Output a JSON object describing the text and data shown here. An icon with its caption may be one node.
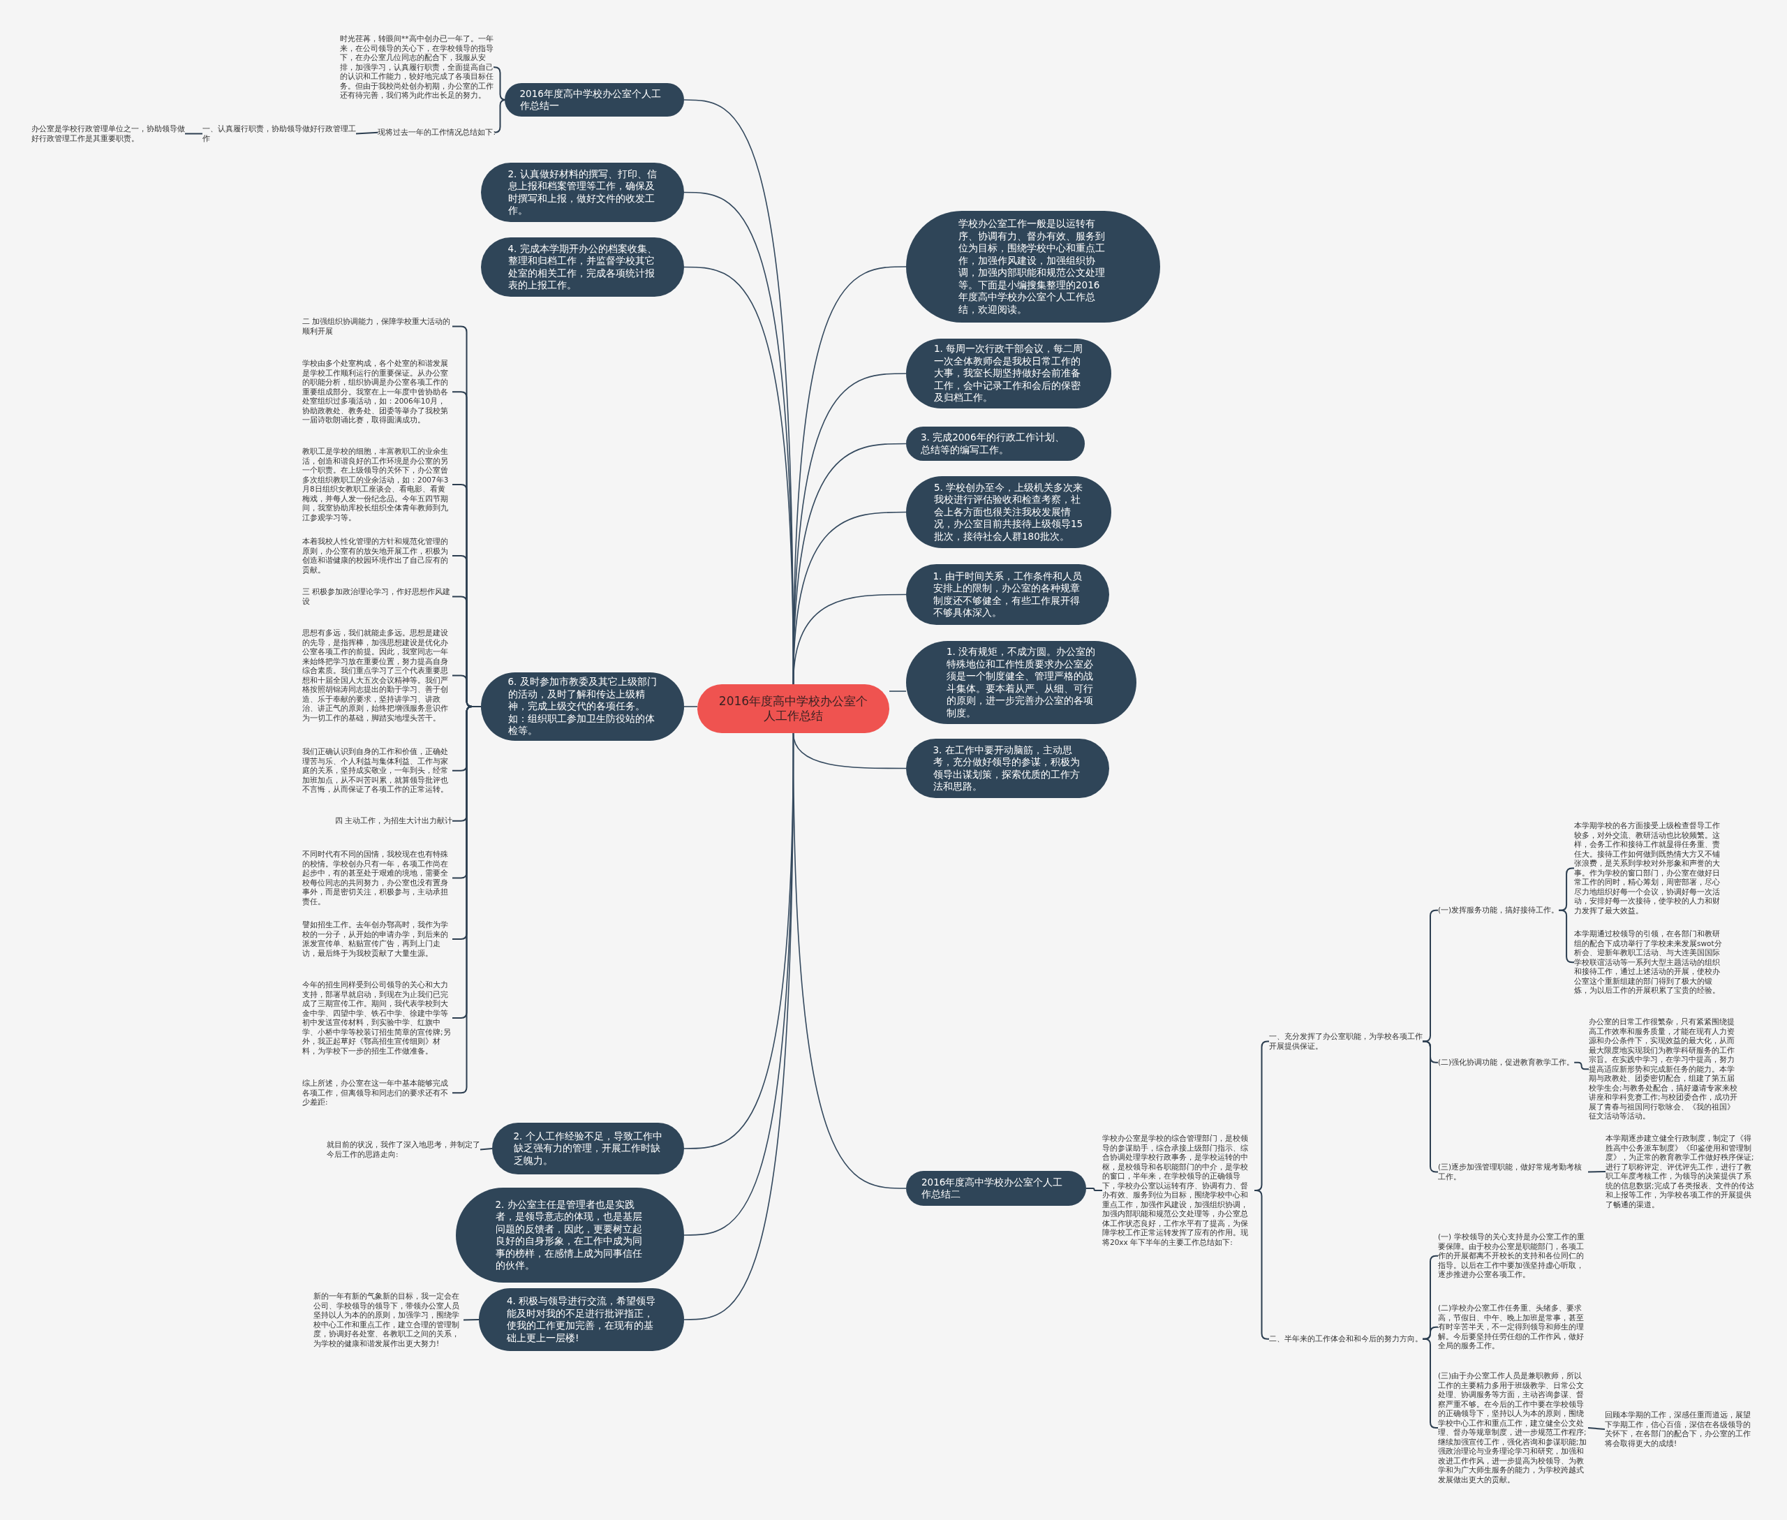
{
  "diagram": {
    "nodes": [
      {
        "text": [
          "2016年度高中学校办公室个人工作总结"
        ]
      },
      {
        "text": [
          "2016年度高中学校办公室个人工作总结一"
        ]
      },
      {
        "text": [
          "时光荏苒，转眼间**高中创办已一年了。一年来，在公司领导的关心下，在学校领导的指导下，在办公室几位同志的配合下，我服从安排，加强学习，认真履行职责，全面提高自己的认识和工作能力，较好地完成了各项目标任务。但由于我校尚处创办初期，办公室的工作还有待完善，我们将为此作出长足的努力。"
        ]
      },
      {
        "text": [
          "现将过去一年的工作情况总结如下:"
        ]
      },
      {
        "text": [
          "一、认真履行职责，协助领导做好行政管理工作"
        ]
      },
      {
        "text": [
          "办公室是学校行政管理单位之一，协助领导做好行政管理工作是其重要职责。"
        ]
      },
      {
        "text": [
          "2. 认真做好材料的撰写、打印、信息上报和档案管理等工作，确保及时撰写和上报，做好文件的收发工作。"
        ]
      },
      {
        "text": [
          "4. 完成本学期开办公的档案收集、整理和归档工作，并监督学校其它处室的相关工作，完成各项统计报表的上报工作。"
        ]
      },
      {
        "text": [
          "6. 及时参加市教委及其它上级部门的活动，及时了解和传达上级精神，完成上级交代的各项任务。如：组织职工参加卫生防役站的体检等。"
        ]
      },
      {
        "text": [
          "二 加强组织协调能力，保障学校重大活动的顺利开展"
        ]
      },
      {
        "text": [
          "学校由多个处室构成，各个处室的和谐发展是学校工作顺利运行的重要保证。从办公室的职能分析，组织协调是办公室各项工作的重要组成部分。我室在上一年度中曾协助各处室组织过多项活动，如：2006年10月，协助政教处、教务处、团委等举办了我校第一届诗歌朗诵比赛，取得圆满成功。"
        ]
      },
      {
        "text": [
          "教职工是学校的细胞，丰富教职工的业余生活，创造和谐良好的工作环境是办公室的另一个职责。在上级领导的关怀下，办公室曾多次组织教职工的业余活动，如：2007年3月8日组织女教职工座谈会、看电影、看黄梅戏，并每人发一份纪念品。今年五四节期间，我室协助库校长组织全体青年教师到九江参观学习等。"
        ]
      },
      {
        "text": [
          "本着我校人性化管理的方针和规范化管理的原则，办公室有的放矢地开展工作，积极为创造和谐健康的校园环境作出了自己应有的贡献。"
        ]
      },
      {
        "text": [
          "三 积极参加政治理论学习，作好思想作风建设"
        ]
      },
      {
        "text": [
          "思想有多远，我们就能走多远。思想是建设的先导，是指挥棒，加强思想建设是优化办公室各项工作的前提。因此，我室同志一年来始终把学习放在重要位置，努力提高自身综合素质。我们重点学习了三个代表重要思想和十届全国人大五次会议精神等。我们严格按照胡锦涛同志提出的勤于学习、善于创造、乐于奉献的要求，坚持讲学习、讲政治、讲正气的原则，始终把增强服务意识作为一切工作的基础，脚踏实地埋头苦干。"
        ]
      },
      {
        "text": [
          "我们正确认识到自身的工作和价值，正确处理苦与乐、个人利益与集体利益、工作与家庭的关系，坚持成实敬业，一年到头，经常加班加点，从不叫苦叫累，就算领导批评也不言悔，从而保证了各项工作的正常运转。"
        ]
      },
      {
        "text": [
          "四 主动工作，为招生大计出力献计"
        ]
      },
      {
        "text": [
          "不同时代有不同的国情，我校现在也有特殊的校情。学校创办只有一年，各项工作尚在起步中，有的甚至处于艰难的境地，需要全校每位同志的共同努力，办公室也没有置身事外，而是密切关注，积极参与，主动承担责任。"
        ]
      },
      {
        "text": [
          "譬如招生工作。去年创办鄂高时，我作为学校的一分子，从开始的申请办学，到后来的派发宣传单、粘贴宣传广告，再到上门走访，最后终于为我校贡献了大量生源。"
        ]
      },
      {
        "text": [
          "今年的招生同样受到公司领导的关心和大力支持，部署早就启动，到现在为止我们已完成了三期宣传工作。期间，我代表学校到大金中学、四望中学、铁石中学、徐建中学等初中发送宣传材料，到实验中学、红旗中学、小桥中学等校装订招生简章的宣传牌;另外，我正起草好《鄂高招生宣传细则》材料，为学校下一步的招生工作做准备。"
        ]
      },
      {
        "text": [
          "综上所述，办公室在这一年中基本能够完成各项工作，但离领导和同志们的要求还有不少差距:"
        ]
      },
      {
        "text": [
          "2. 个人工作经验不足，导致工作中缺乏强有力的管理，开展工作时缺乏魄力。"
        ]
      },
      {
        "text": [
          "就目前的状况，我作了深入地思考，并制定了今后工作的思路走向:"
        ]
      },
      {
        "text": [
          "2. 办公室主任是管理者也是实践者，是领导意志的体现，也是基层问题的反馈者，因此，更要树立起良好的自身形象，在工作中成为同事的榜样，在感情上成为同事信任的伙伴。"
        ]
      },
      {
        "text": [
          "4. 积极与领导进行交流，希望领导能及时对我的不足进行批评指正，使我的工作更加完善，在现有的基础上更上一层楼!"
        ]
      },
      {
        "text": [
          "新的一年有新的气象新的目标，我一定会在公司、学校领导的领导下，带领办公室人员坚持以人为本的的原则，加强学习，围绕学校中心工作和重点工作，建立合理的管理制度，协调好各处室、各教职工之间的关系，为学校的健康和谐发展作出更大努力!"
        ]
      },
      {
        "text": [
          "学校办公室工作一般是以运转有序、协调有力、督办有效、服务到位为目标，围绕学校中心和重点工作，加强作风建设，加强组织协调，加强内部职能和规范公文处理等。下面是小编搜集整理的2016年度高中学校办公室个人工作总结，欢迎阅读。"
        ]
      },
      {
        "text": [
          "1. 每周一次行政干部会议，每二周一次全体教师会是我校日常工作的大事，我室长期坚持做好会前准备工作，会中记录工作和会后的保密及归档工作。"
        ]
      },
      {
        "text": [
          "3. 完成2006年的行政工作计划、总结等的编写工作。"
        ]
      },
      {
        "text": [
          "5. 学校创办至今，上级机关多次来我校进行评估验收和检查考察，社会上各方面也很关注我校发展情况，办公室目前共接待上级领导15批次，接待社会人群180批次。"
        ]
      },
      {
        "text": [
          "1. 由于时间关系，工作条件和人员安排上的限制，办公室的各种规章制度还不够健全，有些工作展开得不够具体深入。"
        ]
      },
      {
        "text": [
          "1. 没有规矩，不成方圆。办公室的特殊地位和工作性质要求办公室必须是一个制度健全、管理严格的战斗集体。要本着从严、从细、可行的原则，进一步完善办公室的各项制度。"
        ]
      },
      {
        "text": [
          "3. 在工作中要开动脑筋，主动思考，充分做好领导的参谋，积极为领导出谋划策，探索优质的工作方法和思路。"
        ]
      },
      {
        "text": [
          "2016年度高中学校办公室个人工作总结二"
        ]
      },
      {
        "text": [
          "学校办公室是学校的综合管理部门，是校领导的参谋助手，综合承接上级部门指示、综合协调处理学校行政事务，是学校运转的中枢，是校领导和各职能部门的中介，是学校的窗口，半年来，在学校领导的正确领导下，学校办公室以运转有序、协调有力、督办有效、服务到位为目标，围绕学校中心和重点工作，加强作风建设，加强组织协调，加强内部职能和规范公文处理等，办公室总体工作状态良好，工作水平有了提高，为保障学校工作正常运转发挥了应有的作用。现将20xx 年下半年的主要工作总结如下:"
        ]
      },
      {
        "text": [
          "一、充分发挥了办公室职能，为学校各项工作开展提供保证。"
        ]
      },
      {
        "text": [
          "(一)发挥服务功能，搞好接待工作。"
        ]
      },
      {
        "text": [
          "本学期学校的各方面接受上级检查督导工作较多，对外交流、教研活动也比较频繁。这样，会务工作和接待工作就显得任务重、责任大。接待工作如何做到既热情大方又不铺张浪费，是关系到学校对外形象和声誉的大事。作为学校的窗口部门，办公室在做好日常工作的同时，精心筹划，周密部署，尽心尽力地组织好每一个会议，协调好每一次活动，安排好每一次接待，使学校的人力和财力发挥了最大效益。"
        ]
      },
      {
        "text": [
          "本学期通过校领导的引领，在各部门和教研组的配合下成功举行了学校未来发展swot分析会、迎新年教职工活动、与大连美国国际学校联谊活动等一系列大型主题活动的组织和接待工作，通过上述活动的开展，使校办公室这个重新组建的部门得到了极大的锻炼，为以后工作的开展积累了宝贵的经验。"
        ]
      },
      {
        "text": [
          "(二)强化协调功能，促进教育教学工作。"
        ]
      },
      {
        "text": [
          "办公室的日常工作很繁杂，只有紧紧围绕提高工作效率和服务质量，才能在现有人力资源和办公条件下，实现效益的最大化，从而最大限度地实现我们为教学科研服务的工作宗旨。在实践中学习，在学习中提高，努力提高适应新形势和完成新任务的能力。本学期与政教处、团委密切配合，组建了第五届校学生会;与教务处配合，搞好邀请专家来校讲座和学科竞赛工作;与校团委合作，成功开展了青春与祖国同行歌咏会、《我的祖国》征文活动等活动。"
        ]
      },
      {
        "text": [
          "(三)逐步加强管理职能，做好常规考勤考核工作。"
        ]
      },
      {
        "text": [
          "本学期逐步建立健全行政制度，制定了《得胜高中公务派车制度》《印鉴使用和管理制度》，为正常的教育教学工作做好秩序保证;进行了职称评定、评优评先工作，进行了教职工年度考核工作，为领导的决策提供了系统的信息数据;完成了各类报表、文件的传达和上报等工作，为学校各项工作的开展提供了畅通的渠道。"
        ]
      },
      {
        "text": [
          "二、半年来的工作体会和和今后的努力方向。"
        ]
      },
      {
        "text": [
          "(一) 学校领导的关心支持是办公室工作的重要保障。由于校办公室是职能部门，各项工作的开展都离不开校长的支持和各位同仁的指导。以后在工作中要加强坚持虚心听取，逐步推进办公室各项工作。"
        ]
      },
      {
        "text": [
          "(二)学校办公室工作任务重、头绪多、要求高，节假日、中午、晚上加班是常事，甚至有时辛苦半天，不一定得到领导和师生的理解。今后要坚持任劳任怨的工作作风，做好全局的服务工作。"
        ]
      },
      {
        "text": [
          "(三)由于办公室工作人员是兼职教师，所以工作的主要精力多用于班级教学、日常公文处理、协调服务等方面，主动咨询参谋、督察严重不够。在今后的工作中要在学校领导的正确领导下，坚持以人为本的原则，围绕学校中心工作和重点工作，建立健全公文处理、督办等规章制度，进一步规范工作程序;继续加强宣传工作，强化咨询和参谋职能;加强政治理论与业务理论学习和研究，加强和改进工作作风，进一步提高为校领导、为教学和为广大师生服务的能力，为学校跨越式发展做出更大的贡献。"
        ]
      },
      {
        "text": [
          "回顾本学期的工作，深感任重而道远，展望下学期工作，信心百倍，深信在各级领导的关怀下，在各部门的配合下，办公室的工作将会取得更大的成绩!"
        ]
      }
    ],
    "edges": [
      {
        "from": 0,
        "to": 1,
        "arrow": "none"
      },
      {
        "from": 1,
        "to": 2,
        "arrow": "none"
      },
      {
        "from": 1,
        "to": 3,
        "arrow": "none"
      },
      {
        "from": 3,
        "to": 4,
        "arrow": "none"
      },
      {
        "from": 4,
        "to": 5,
        "arrow": "none"
      },
      {
        "from": 0,
        "to": 6,
        "arrow": "none"
      },
      {
        "from": 0,
        "to": 7,
        "arrow": "none"
      },
      {
        "from": 0,
        "to": 8,
        "arrow": "none"
      },
      {
        "from": 8,
        "to": 9,
        "arrow": "none"
      },
      {
        "from": 8,
        "to": 10,
        "arrow": "none"
      },
      {
        "from": 8,
        "to": 11,
        "arrow": "none"
      },
      {
        "from": 8,
        "to": 12,
        "arrow": "none"
      },
      {
        "from": 8,
        "to": 13,
        "arrow": "none"
      },
      {
        "from": 8,
        "to": 14,
        "arrow": "none"
      },
      {
        "from": 8,
        "to": 15,
        "arrow": "none"
      },
      {
        "from": 8,
        "to": 16,
        "arrow": "none"
      },
      {
        "from": 8,
        "to": 17,
        "arrow": "none"
      },
      {
        "from": 8,
        "to": 18,
        "arrow": "none"
      },
      {
        "from": 8,
        "to": 19,
        "arrow": "none"
      },
      {
        "from": 8,
        "to": 20,
        "arrow": "none"
      },
      {
        "from": 0,
        "to": 21,
        "arrow": "none"
      },
      {
        "from": 21,
        "to": 22,
        "arrow": "none"
      },
      {
        "from": 0,
        "to": 23,
        "arrow": "none"
      },
      {
        "from": 0,
        "to": 24,
        "arrow": "none"
      },
      {
        "from": 24,
        "to": 25,
        "arrow": "none"
      },
      {
        "from": 0,
        "to": 26,
        "arrow": "none"
      },
      {
        "from": 0,
        "to": 27,
        "arrow": "none"
      },
      {
        "from": 0,
        "to": 28,
        "arrow": "none"
      },
      {
        "from": 0,
        "to": 29,
        "arrow": "none"
      },
      {
        "from": 0,
        "to": 30,
        "arrow": "none"
      },
      {
        "from": 0,
        "to": 31,
        "arrow": "none"
      },
      {
        "from": 0,
        "to": 32,
        "arrow": "none"
      },
      {
        "from": 0,
        "to": 33,
        "arrow": "none"
      },
      {
        "from": 33,
        "to": 34,
        "arrow": "none"
      },
      {
        "from": 34,
        "to": 35,
        "arrow": "none"
      },
      {
        "from": 35,
        "to": 36,
        "arrow": "none"
      },
      {
        "from": 36,
        "to": 37,
        "arrow": "none"
      },
      {
        "from": 36,
        "to": 38,
        "arrow": "none"
      },
      {
        "from": 35,
        "to": 39,
        "arrow": "none"
      },
      {
        "from": 39,
        "to": 40,
        "arrow": "none"
      },
      {
        "from": 35,
        "to": 41,
        "arrow": "none"
      },
      {
        "from": 41,
        "to": 42,
        "arrow": "none"
      },
      {
        "from": 34,
        "to": 43,
        "arrow": "none"
      },
      {
        "from": 43,
        "to": 44,
        "arrow": "none"
      },
      {
        "from": 43,
        "to": 45,
        "arrow": "none"
      },
      {
        "from": 43,
        "to": 46,
        "arrow": "none"
      },
      {
        "from": 46,
        "to": 47,
        "arrow": "none"
      }
    ]
  }
}
